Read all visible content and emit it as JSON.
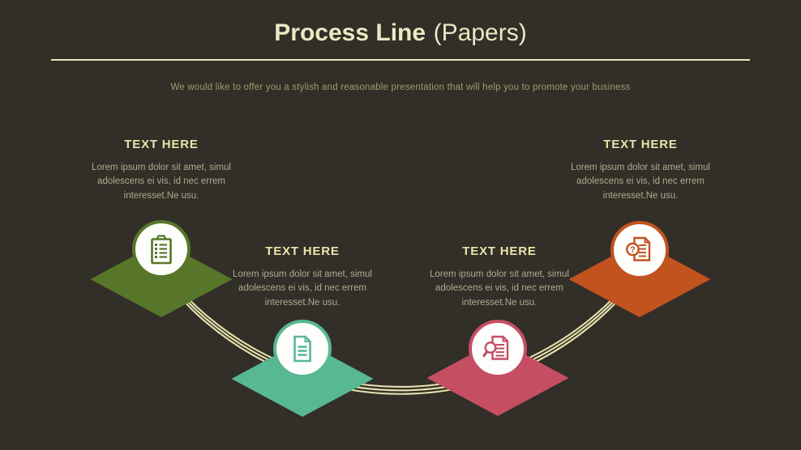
{
  "colors": {
    "background": "#322e28",
    "title": "#ece8c2",
    "divider": "#eae6ba",
    "subtitle": "#a39b6c",
    "heading": "#e9e4aa",
    "body": "#b2aa8e",
    "arc": "#e7e2ac"
  },
  "header": {
    "title_bold": "Process Line",
    "title_light": "(Papers)",
    "subtitle": "We would like to offer you a stylish and reasonable presentation that will help you to promote your business"
  },
  "items": [
    {
      "heading": "TEXT HERE",
      "body_lines": [
        "Lorem ipsum dolor sit amet, simul",
        "adolescens ei vis, id nec errem",
        "interesset.Ne usu."
      ],
      "color": "#587629",
      "icon": "clipboard-checklist-icon"
    },
    {
      "heading": "TEXT HERE",
      "body_lines": [
        "Lorem ipsum dolor sit amet, simul",
        "adolescens ei vis, id nec errem",
        "interesset.Ne usu."
      ],
      "color": "#57b893",
      "icon": "document-icon"
    },
    {
      "heading": "TEXT HERE",
      "body_lines": [
        "Lorem ipsum dolor sit amet, simul",
        "adolescens ei vis, id nec errem",
        "interesset.Ne usu."
      ],
      "color": "#c54e63",
      "icon": "document-search-icon"
    },
    {
      "heading": "TEXT HERE",
      "body_lines": [
        "Lorem ipsum dolor sit amet, simul",
        "adolescens ei vis, id nec errem",
        "interesset.Ne usu."
      ],
      "color": "#c2521e",
      "icon": "document-question-icon"
    }
  ]
}
